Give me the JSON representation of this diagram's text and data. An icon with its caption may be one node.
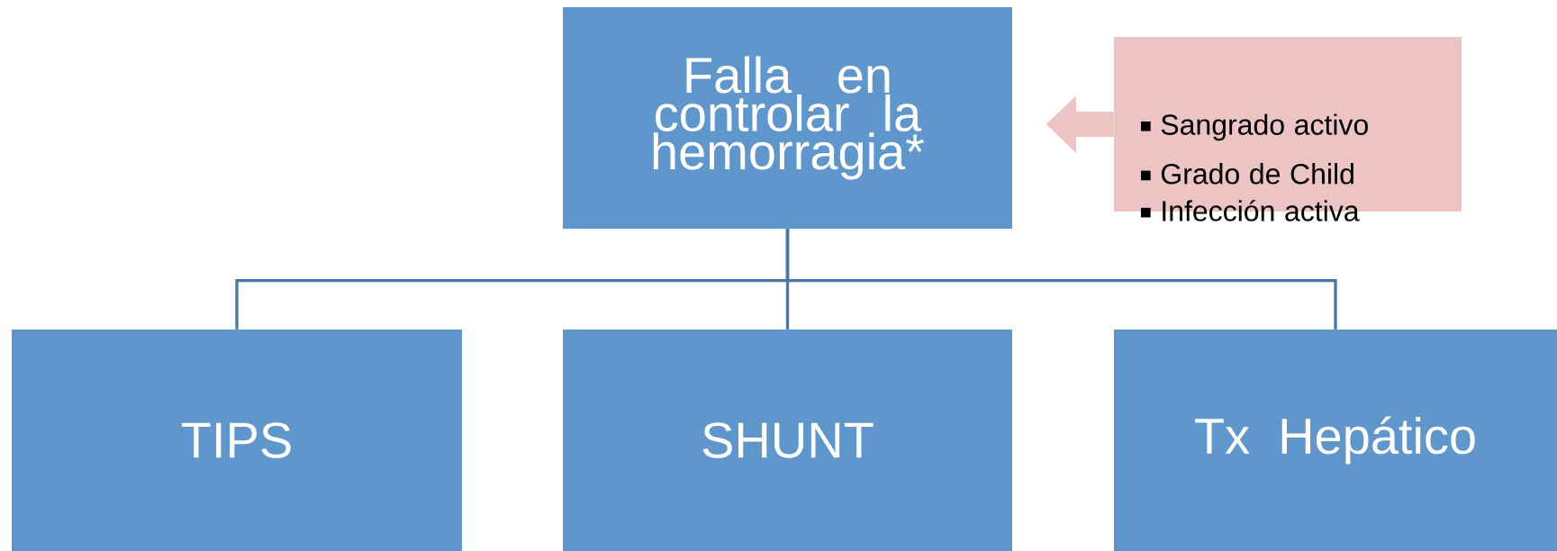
{
  "diagram": {
    "nodes": [
      {
        "text": [
          "Falla en controlar la hemorragia*"
        ]
      },
      {
        "text": [
          "Sangrado activo",
          "Grado de Child",
          "Infección activa"
        ]
      },
      {
        "text": [
          "TIPS"
        ]
      },
      {
        "text": [
          "SHUNT"
        ]
      },
      {
        "text": [
          "Tx Hepático"
        ]
      }
    ],
    "edges": [
      {
        "from": 1,
        "to": 0,
        "arrow": "to",
        "style": "thick",
        "color": "#ecc4c3"
      },
      {
        "from": 0,
        "to": 2,
        "arrow": "none"
      },
      {
        "from": 0,
        "to": 3,
        "arrow": "none"
      },
      {
        "from": 0,
        "to": 4,
        "arrow": "none"
      }
    ]
  }
}
